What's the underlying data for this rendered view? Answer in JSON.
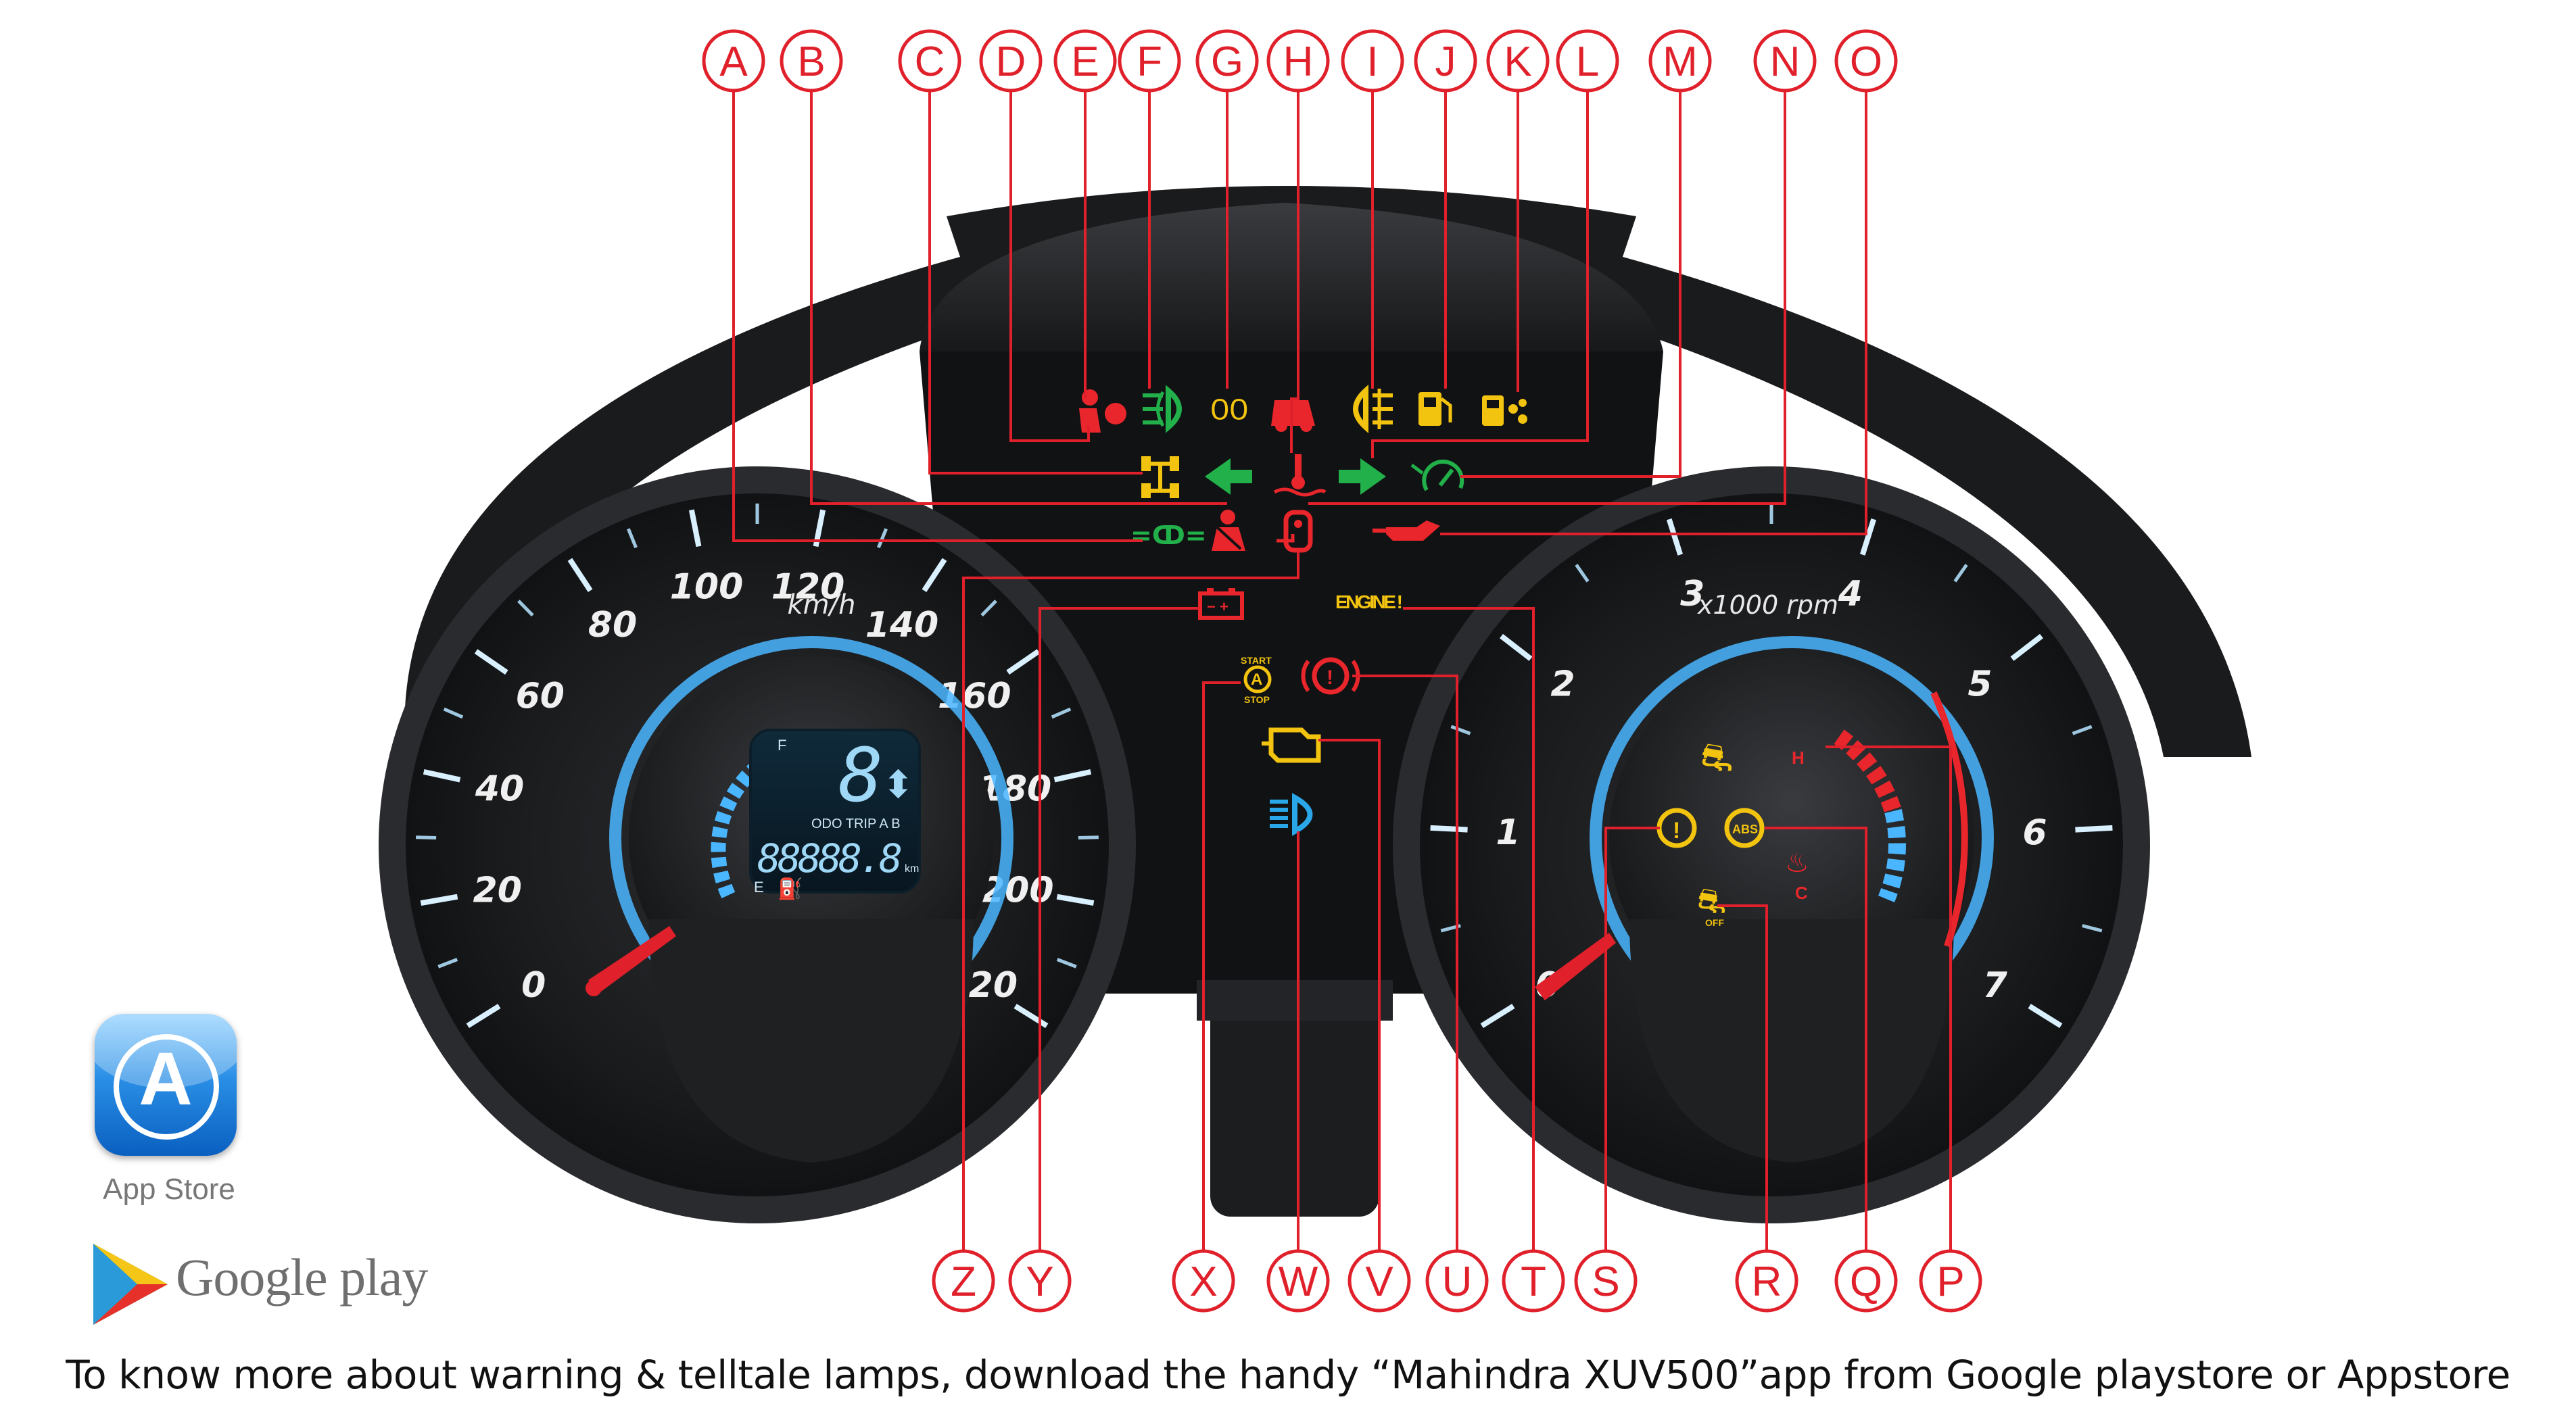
{
  "callout_letters": [
    "A",
    "B",
    "C",
    "D",
    "E",
    "F",
    "G",
    "H",
    "I",
    "J",
    "K",
    "L",
    "M",
    "N",
    "O",
    "P",
    "Q",
    "R",
    "S",
    "T",
    "U",
    "V",
    "W",
    "X",
    "Y",
    "Z"
  ],
  "speedometer": {
    "ticks": [
      "0",
      "20",
      "40",
      "60",
      "80",
      "100",
      "120",
      "140",
      "160",
      "180",
      "200",
      "220"
    ],
    "unit": "km/h"
  },
  "tachometer": {
    "ticks": [
      "0",
      "1",
      "2",
      "3",
      "4",
      "5",
      "6",
      "7"
    ],
    "unit": "x1000 rpm"
  },
  "lcd": {
    "gear": "8",
    "mode": "ODO TRIP A B",
    "odometer": "88888.8",
    "odo_unit": "km",
    "fuel_full": "F",
    "fuel_empty": "E"
  },
  "temp_gauge": {
    "hot": "H",
    "cold": "C"
  },
  "lamp_text": {
    "engine": "ENGINE !",
    "start": "START",
    "stop": "STOP",
    "abs": "ABS",
    "off": "OFF"
  },
  "stores": {
    "app_store": "App Store",
    "google_play": "Google play"
  },
  "caption": "To know more about warning & telltale lamps, download the handy “Mahindra XUV500”app from Google playstore or Appstore",
  "colors": {
    "callout": "#e0202a",
    "cluster_dark": "#1c1d1f",
    "cluster_mid": "#2b2c2f",
    "gauge_glow": "#4ab6ff",
    "needle": "#e0202a",
    "lamp_red": "#e8262b",
    "lamp_green": "#22b04a",
    "lamp_amber": "#f2c30f",
    "lamp_blue": "#2aa7e8"
  }
}
